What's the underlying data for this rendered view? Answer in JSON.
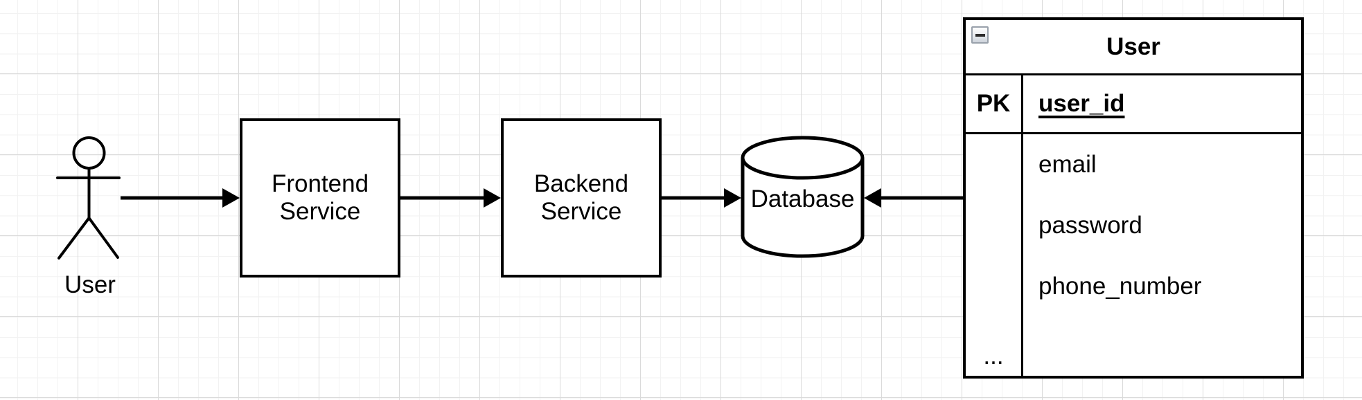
{
  "canvas": {
    "background_color": "#ffffff",
    "grid_minor_color": "#f2f2f2",
    "grid_major_color": "#dadada",
    "stroke_color": "#000000",
    "fill_color": "#ffffff"
  },
  "actor": {
    "label": "User"
  },
  "nodes": {
    "frontend": {
      "line1": "Frontend",
      "line2": "Service"
    },
    "backend": {
      "line1": "Backend",
      "line2": "Service"
    },
    "database": {
      "label": "Database"
    }
  },
  "entity_table": {
    "title": "User",
    "collapse_icon": "minus-icon",
    "pk_label": "PK",
    "pk_attribute": "user_id",
    "attributes": [
      "email",
      "password",
      "phone_number"
    ],
    "more_label": "..."
  },
  "edges": [
    {
      "from": "user-actor",
      "to": "frontend-service",
      "direction": "right"
    },
    {
      "from": "frontend-service",
      "to": "backend-service",
      "direction": "right"
    },
    {
      "from": "backend-service",
      "to": "database",
      "direction": "right"
    },
    {
      "from": "user-entity-table",
      "to": "database",
      "direction": "left"
    }
  ]
}
